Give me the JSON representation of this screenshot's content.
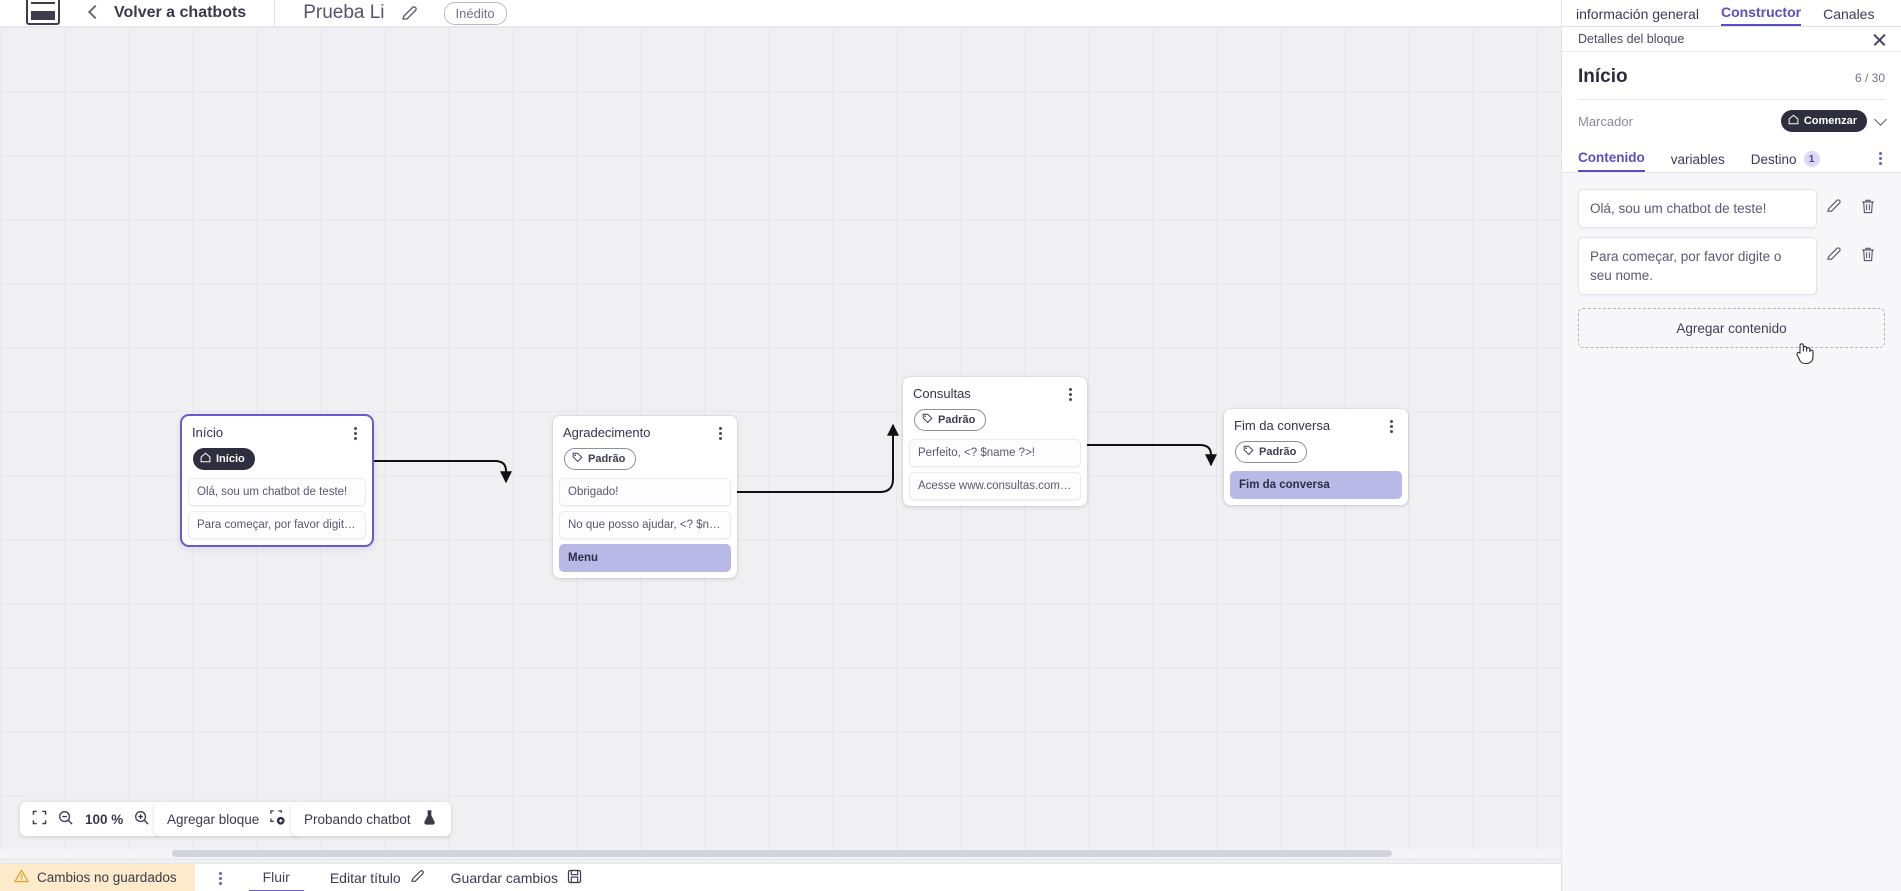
{
  "topbar": {
    "logo_name": "via-logo",
    "back_label": "Volver a chatbots",
    "bot_title": "Prueba Li",
    "edit_icon": "pencil-icon",
    "status_badge": "Inédito"
  },
  "canvas": {
    "nodes": [
      {
        "id": "inicio",
        "title": "Início",
        "tag": {
          "label": "Início",
          "style": "dark",
          "icon": "home-icon"
        },
        "selected": true,
        "messages": [
          {
            "text": "Olá, sou um chatbot de teste!",
            "accent": false
          },
          {
            "text": "Para começar, por favor digite o ...",
            "accent": false
          }
        ]
      },
      {
        "id": "agradecimento",
        "title": "Agradecimento",
        "tag": {
          "label": "Padrão",
          "style": "outline",
          "icon": "tag-icon"
        },
        "selected": false,
        "messages": [
          {
            "text": "Obrigado!",
            "accent": false
          },
          {
            "text": "No que posso ajudar, <? $name ...",
            "accent": false
          },
          {
            "text": "Menu",
            "accent": true
          }
        ]
      },
      {
        "id": "consultas",
        "title": "Consultas",
        "tag": {
          "label": "Padrão",
          "style": "outline",
          "icon": "tag-icon"
        },
        "selected": false,
        "messages": [
          {
            "text": "Perfeito, <? $name ?>!",
            "accent": false
          },
          {
            "text": "Acesse www.consultas.com par...",
            "accent": false
          }
        ]
      },
      {
        "id": "fim",
        "title": "Fim da conversa",
        "tag": {
          "label": "Padrão",
          "style": "outline",
          "icon": "tag-icon"
        },
        "selected": false,
        "messages": [
          {
            "text": "Fim da conversa",
            "accent": true
          }
        ]
      }
    ],
    "toolbar": {
      "fit_icon": "fit-screen-icon",
      "zoom_out_icon": "zoom-out-icon",
      "zoom_level": "100 %",
      "zoom_in_icon": "zoom-in-icon",
      "add_block_label": "Agregar bloque",
      "add_block_icon": "add-block-icon",
      "test_chatbot_label": "Probando chatbot",
      "test_chatbot_icon": "flask-icon"
    }
  },
  "statusbar": {
    "unsaved_icon": "warning-icon",
    "unsaved_label": "Cambios no guardados",
    "kebab_icon": "kebab-menu-icon",
    "flow_tab": "Fluir",
    "edit_title_label": "Editar título",
    "edit_title_icon": "pencil-icon",
    "save_label": "Guardar cambios",
    "save_icon": "save-disk-icon"
  },
  "right_panel": {
    "tabs": [
      {
        "label": "información general",
        "active": false
      },
      {
        "label": "Constructor",
        "active": true
      },
      {
        "label": "Canales",
        "active": false
      }
    ],
    "subheader": {
      "title": "Detalles del bloque",
      "close_icon": "close-icon"
    },
    "block_title": "Início",
    "char_count": "6 / 30",
    "marcador_label": "Marcador",
    "marcador_value": "Comenzar",
    "marcador_icon": "home-icon",
    "marcador_chevron": "chevron-down-icon",
    "inner_tabs": [
      {
        "label": "Contenido",
        "active": true,
        "badge": null
      },
      {
        "label": "variables",
        "active": false,
        "badge": null
      },
      {
        "label": "Destino",
        "active": false,
        "badge": "1"
      }
    ],
    "inner_tabs_kebab": "kebab-menu-icon",
    "content_items": [
      {
        "text": "Olá, sou um chatbot de teste!",
        "edit_icon": "pencil-icon",
        "delete_icon": "trash-icon"
      },
      {
        "text": "Para começar, por favor digite o seu nome.",
        "edit_icon": "pencil-icon",
        "delete_icon": "trash-icon"
      }
    ],
    "add_content_label": "Agregar contenido"
  },
  "colors": {
    "accent": "#5a4ec4",
    "node_accent_msg": "#b9b9e8",
    "warning_bg": "#fdeacb",
    "canvas_bg": "#f0f0f3"
  }
}
